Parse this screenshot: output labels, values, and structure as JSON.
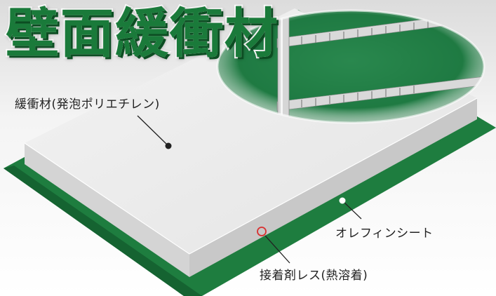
{
  "title": "壁面緩衝材",
  "labels": {
    "foam": "緩衝材(発泡ポリエチレン)",
    "sheet": "オレフィンシート",
    "adhesive": "接着剤レス(熱溶着)"
  },
  "colors": {
    "green": "#1a7a3a",
    "green_dark": "#0c4d22",
    "foam_top": "#eeeeee",
    "foam_side": "#d9d9d9",
    "marker_red": "#d93030"
  }
}
